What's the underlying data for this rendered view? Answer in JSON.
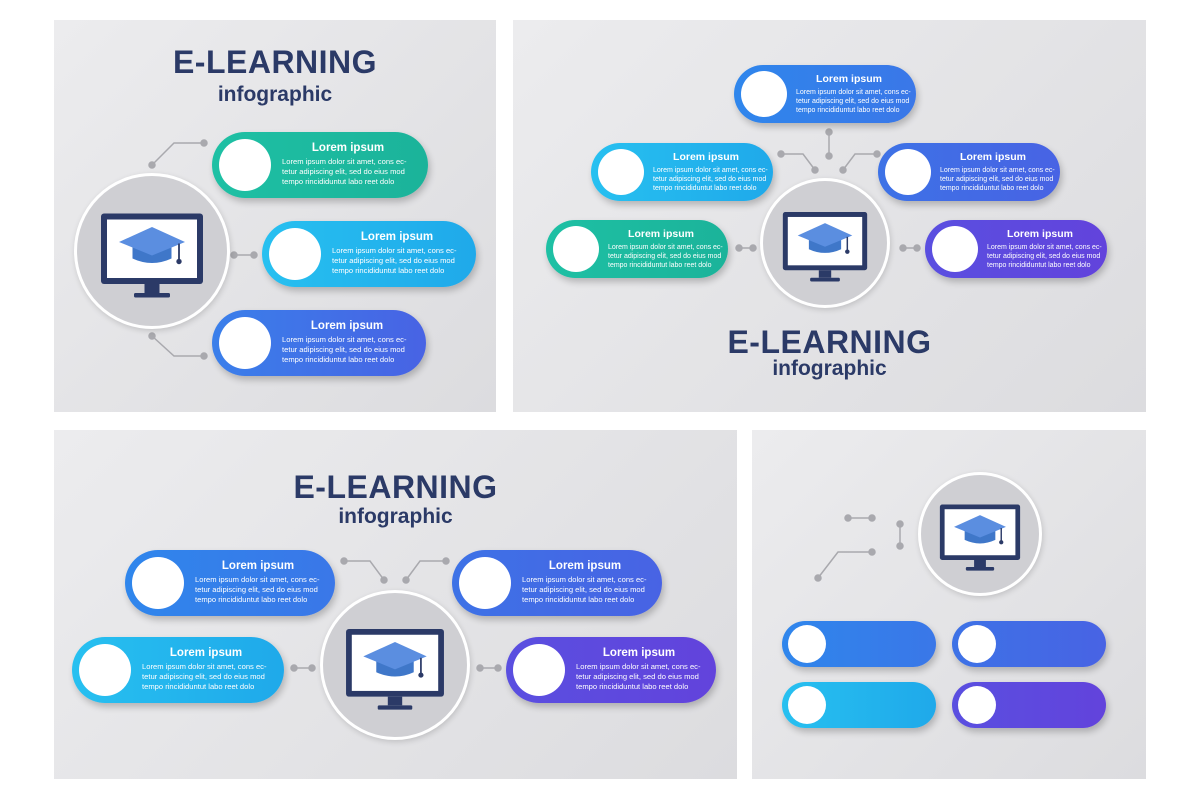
{
  "title": "E-LEARNING",
  "subtitle": "infographic",
  "box": {
    "heading": "Lorem ipsum",
    "line1": "Lorem ipsum dolor sit amet, cons ec-",
    "line2": "tetur adipiscing elit, sed do eius mod",
    "line3": "tempo rincididuntut labo reet dolo"
  },
  "icons": {
    "hub": "monitor-graduation-cap-icon"
  },
  "colors": {
    "title": "#2b3a67",
    "teal": "#1ec0a4",
    "cyan": "#22b4ee",
    "blue": "#2f86ec",
    "indigo": "#4863e4",
    "violet": "#6243dc",
    "background": "#e3e3e6"
  }
}
